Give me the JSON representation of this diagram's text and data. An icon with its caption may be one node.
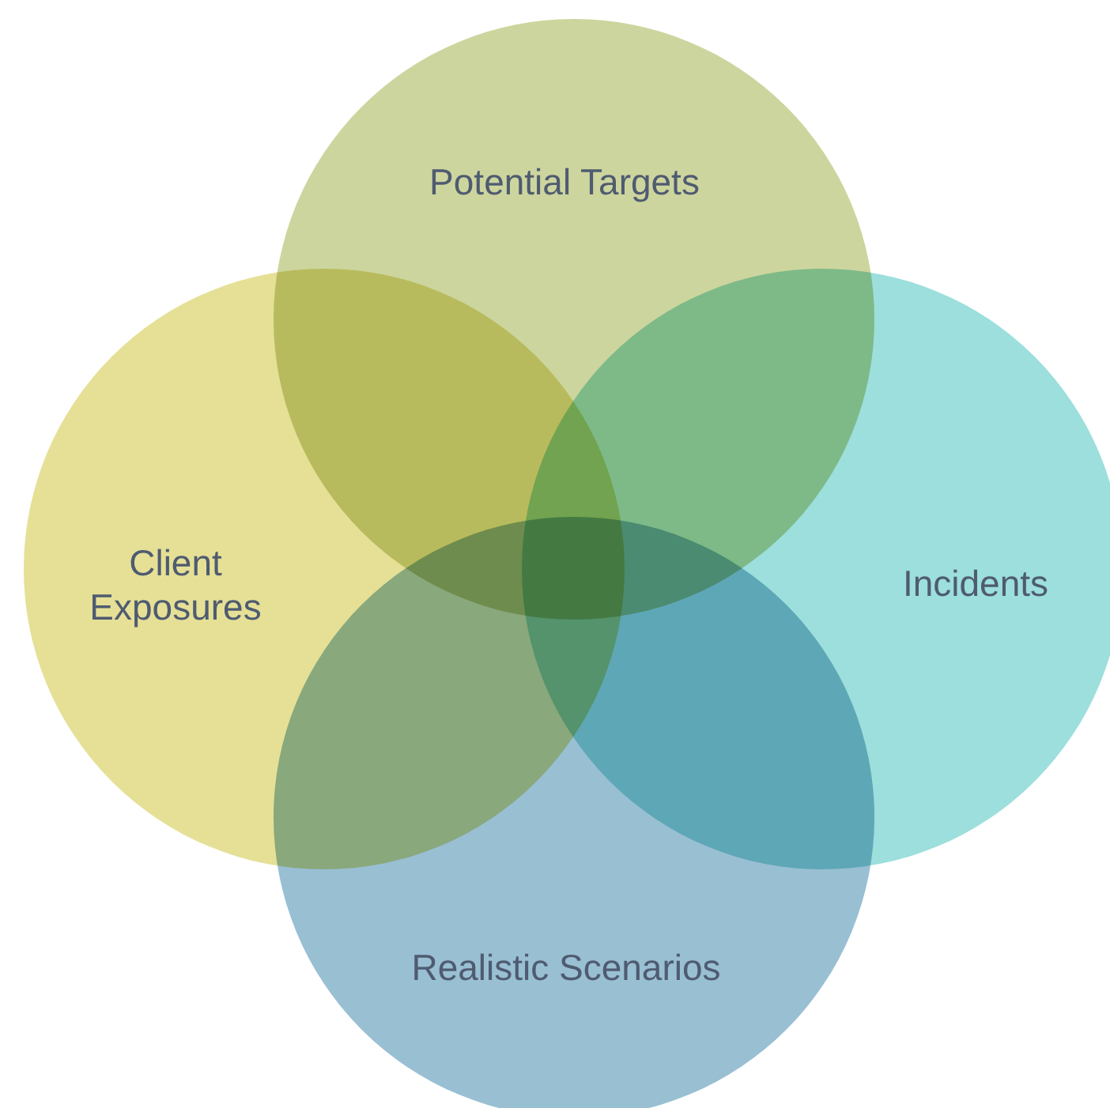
{
  "diagram": {
    "nodes": [
      {
        "text": [
          "Potential Targets"
        ]
      },
      {
        "text": [
          "Client Exposures"
        ]
      },
      {
        "text": [
          "Incidents"
        ]
      },
      {
        "text": [
          "Realistic Scenarios"
        ]
      }
    ]
  }
}
